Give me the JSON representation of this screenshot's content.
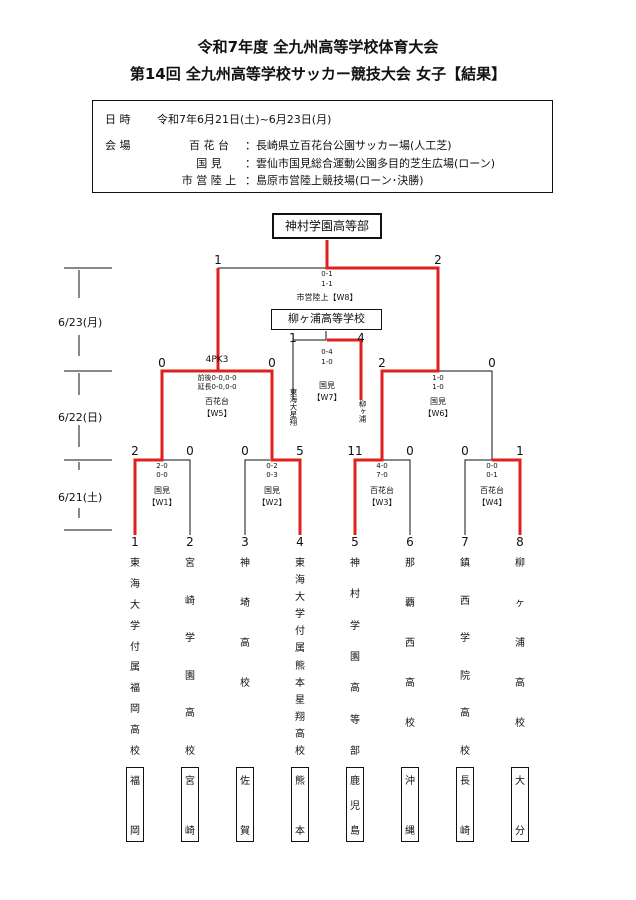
{
  "header": {
    "line1": "令和7年度 全九州高等学校体育大会",
    "line2": "第14回 全九州高等学校サッカー競技大会 女子【結果】"
  },
  "info": {
    "dates_label": "日 時",
    "dates_value": "令和7年6月21日(土)~6月23日(月)",
    "venue_label": "会 場",
    "venues": [
      {
        "name": "百 花 台",
        "value": "：長崎県立百花台公園サッカー場(人工芝)"
      },
      {
        "name": "国 見",
        "value": "：雲仙市国見総合運動公園多目的芝生広場(ローン)"
      },
      {
        "name": "市 営 陸 上",
        "value": "：島原市営陸上競技場(ローン･決勝)"
      }
    ]
  },
  "champion": "神村学園高等部",
  "third_place": "柳ヶ浦高等学校",
  "dates": [
    "6/23(月)",
    "6/22(日)",
    "6/21(土)"
  ],
  "final": {
    "left_score": "1",
    "right_score": "2",
    "detail": [
      "0-1",
      "1-1"
    ],
    "venue": "市営陸上【W8】"
  },
  "third_match": {
    "left_score": "1",
    "right_score": "4",
    "detail": [
      "0-4",
      "1-0"
    ],
    "venue": "国見",
    "code": "【W7】",
    "left_team": "東海大星翔",
    "right_team": "柳ヶ浦"
  },
  "semis": [
    {
      "left_score": "0",
      "right_score": "0",
      "pk": "4PK3",
      "detail": [
        "前後0-0,0-0",
        "延長0-0,0-0"
      ],
      "venue": "百花台",
      "code": "【W5】"
    },
    {
      "left_score": "2",
      "right_score": "0",
      "detail": [
        "1-0",
        "1-0"
      ],
      "venue": "国見",
      "code": "【W6】"
    }
  ],
  "quarters": [
    {
      "left_score": "2",
      "right_score": "0",
      "detail": [
        "2-0",
        "0-0"
      ],
      "venue": "国見",
      "code": "【W1】"
    },
    {
      "left_score": "0",
      "right_score": "5",
      "detail": [
        "0-2",
        "0-3"
      ],
      "venue": "国見",
      "code": "【W2】"
    },
    {
      "left_score": "11",
      "right_score": "0",
      "detail": [
        "4-0",
        "7-0"
      ],
      "venue": "百花台",
      "code": "【W3】"
    },
    {
      "left_score": "0",
      "right_score": "1",
      "detail": [
        "0-0",
        "0-1"
      ],
      "venue": "百花台",
      "code": "【W4】"
    }
  ],
  "teams": [
    {
      "seed": "1",
      "name": [
        "東",
        "海",
        "大",
        "学",
        "付",
        "属",
        "福",
        "岡",
        "高",
        "校"
      ],
      "pref": [
        "福",
        "岡"
      ]
    },
    {
      "seed": "2",
      "name": [
        "宮",
        "崎",
        "学",
        "園",
        "高",
        "校"
      ],
      "pref": [
        "宮",
        "崎"
      ]
    },
    {
      "seed": "3",
      "name": [
        "神",
        "埼",
        "高",
        "校"
      ],
      "pref": [
        "佐",
        "賀"
      ]
    },
    {
      "seed": "4",
      "name": [
        "東",
        "海",
        "大",
        "学",
        "付",
        "属",
        "熊",
        "本",
        "星",
        "翔",
        "高",
        "校"
      ],
      "pref": [
        "熊",
        "本"
      ]
    },
    {
      "seed": "5",
      "name": [
        "神",
        "村",
        "学",
        "園",
        "高",
        "等",
        "部"
      ],
      "pref": [
        "鹿",
        "児",
        "島"
      ]
    },
    {
      "seed": "6",
      "name": [
        "那",
        "覇",
        "西",
        "高",
        "校"
      ],
      "pref": [
        "沖",
        "縄"
      ]
    },
    {
      "seed": "7",
      "name": [
        "鎮",
        "西",
        "学",
        "院",
        "高",
        "校"
      ],
      "pref": [
        "長",
        "崎"
      ]
    },
    {
      "seed": "8",
      "name": [
        "柳",
        "ヶ",
        "浦",
        "高",
        "校"
      ],
      "pref": [
        "大",
        "分"
      ]
    }
  ],
  "colors": {
    "winner": "#e0201c",
    "line": "#111111"
  }
}
